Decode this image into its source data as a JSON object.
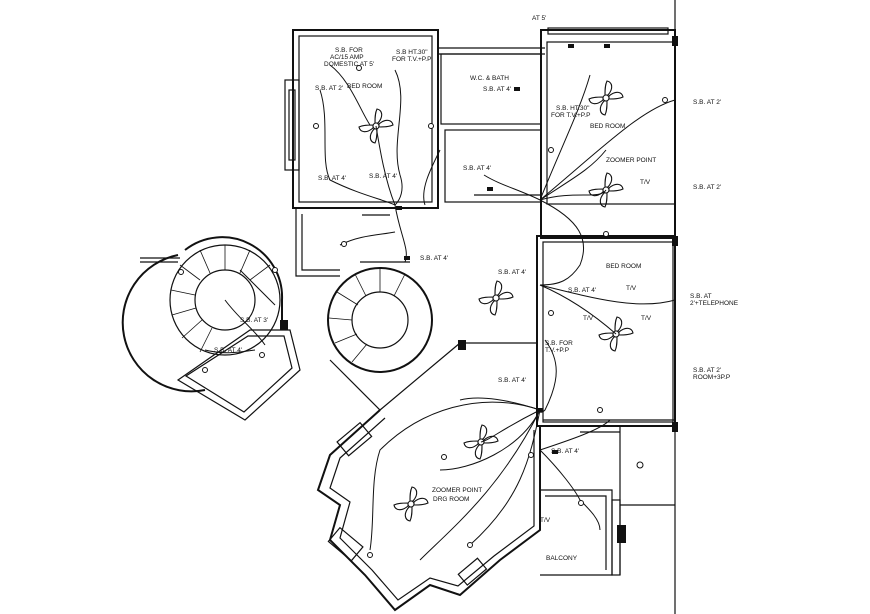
{
  "labels": {
    "sb_for_ac": "S.B. FOR",
    "sb_for_ac_2": "AC/15 AMP",
    "sb_for_ac_3": "DOMESTIC AT 5'",
    "sb_ht30": "S.B HT.30\"",
    "sb_ht30_2": "FOR T.V.+P.P",
    "sb_at_2_bedroom1": "S.B. AT 2'",
    "bed_room_1": "BED ROOM",
    "wc_bath": "W.C. & BATH",
    "sb_at_4_wc": "S.B. AT 4'",
    "at_5": "AT 5'",
    "sb_ht30_right": "S.B. HT.30\"",
    "sb_ht30_right_2": "FOR T.V.+P.P",
    "bed_room_2": "BED ROOM",
    "zoomer_point_1": "ZOOMER POINT",
    "sb_at_2_r1": "S.B. AT 2'",
    "sb_at_2_r2": "S.B. AT 2'",
    "tv_1": "T/V",
    "sb_at_4_b1": "S.B. AT 4'",
    "sb_at_4_b2": "S.B. AT 4'",
    "sb_at_4_inner": "S.B. AT 4'",
    "sb_at_4_stair": "S.B. AT 4'",
    "sb_at_4_hall": "S.B. AT 4'",
    "bed_room_3": "BED ROOM",
    "sb_at_4_mid": "S.B. AT 4'",
    "sb_at_telephone": "S.B. AT",
    "sb_at_telephone_2": "2'+TELEPHONE",
    "tv_2": "T/V",
    "tv_3": "T/V",
    "tv_4": "T/V",
    "sb_for_tv": "S.B. FOR",
    "sb_for_tv_2": "T.V.+P.P",
    "sb_at_2_right": "S.B. AT 2'",
    "sb_at_2_right_2": "ROOM+3P.P",
    "sb_at_4_lower": "S.B. AT 4'",
    "sb_at_3_stair": "S.B. AT 3'",
    "sb_at_4_stair2": "S.B. AT 4'",
    "zoomer_point_2": "ZOOMER POINT",
    "drg_room": "DRG ROOM",
    "sb_at_4_balcony": "S.B. AT 4'",
    "balcony": "BALCONY",
    "tv_5": "T/V"
  }
}
